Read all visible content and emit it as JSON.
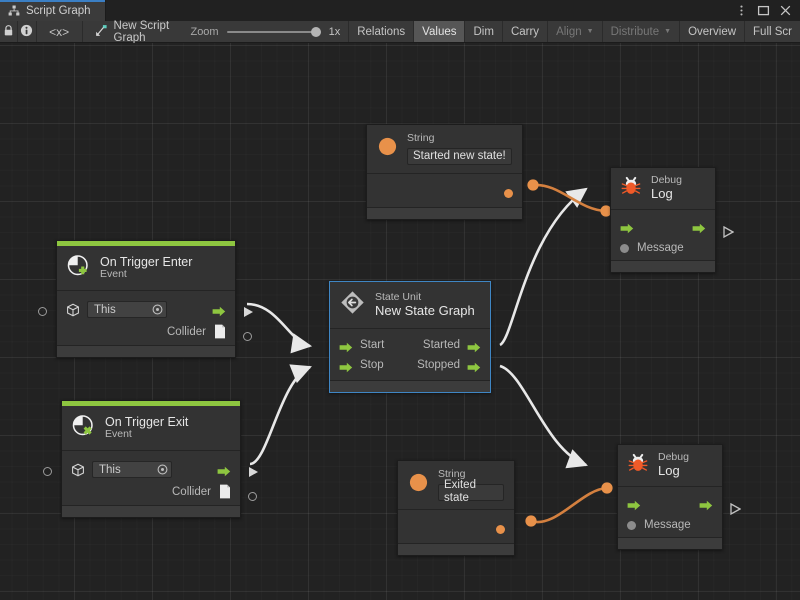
{
  "window": {
    "tab_label": "Script Graph",
    "tab_icon": "graph-icon",
    "controls": [
      "more-options-icon",
      "maximize-icon",
      "close-icon"
    ]
  },
  "toolbar": {
    "lock_icon": "lock-icon",
    "info_icon": "info-icon",
    "code_label": "<x>",
    "graph_icon": "script-graph-icon",
    "graph_name": "New Script Graph",
    "zoom_label": "Zoom",
    "zoom_value": "1x",
    "buttons": [
      {
        "label": "Relations",
        "state": "normal",
        "caret": false
      },
      {
        "label": "Values",
        "state": "active",
        "caret": false
      },
      {
        "label": "Dim",
        "state": "normal",
        "caret": false
      },
      {
        "label": "Carry",
        "state": "normal",
        "caret": false
      },
      {
        "label": "Align",
        "state": "dim",
        "caret": true
      },
      {
        "label": "Distribute",
        "state": "dim",
        "caret": true
      },
      {
        "label": "Overview",
        "state": "normal",
        "caret": false
      },
      {
        "label": "Full Scr",
        "state": "normal",
        "caret": false
      }
    ]
  },
  "colors": {
    "accent_green": "#8ec640",
    "value_orange": "#e8914a",
    "selection_blue": "#3f86c4",
    "node_bg": "#333333",
    "canvas_bg": "#222222",
    "wire_flow": "#e8e8e8"
  },
  "nodes": {
    "string_top": {
      "icon": "value-dot-icon",
      "title": "String",
      "value": "Started new state!",
      "output_port": "value-output-port"
    },
    "debug_log_top": {
      "icon": "bug-icon",
      "title_small": "Debug",
      "title_big": "Log",
      "in_flow": "flow-input-port",
      "out_flow": "flow-output-port",
      "message_label": "Message"
    },
    "on_trigger_enter": {
      "icon": "event-enter-icon",
      "title_small": "On Trigger Enter",
      "title_big": "Event",
      "target_value": "This",
      "target_icon": "cube-icon",
      "collider_label": "Collider",
      "collider_icon": "document-icon"
    },
    "state_unit": {
      "icon": "state-unit-icon",
      "title_small": "State Unit",
      "title_big": "New  State  Graph",
      "selected": true,
      "inputs": [
        "Start",
        "Stop"
      ],
      "outputs": [
        "Started",
        "Stopped"
      ]
    },
    "on_trigger_exit": {
      "icon": "event-exit-icon",
      "title_small": "On Trigger Exit",
      "title_big": "Event",
      "target_value": "This",
      "target_icon": "cube-icon",
      "collider_label": "Collider",
      "collider_icon": "document-icon"
    },
    "string_bottom": {
      "icon": "value-dot-icon",
      "title": "String",
      "value": "Exited state",
      "output_port": "value-output-port"
    },
    "debug_log_bottom": {
      "icon": "bug-icon",
      "title_small": "Debug",
      "title_big": "Log",
      "in_flow": "flow-input-port",
      "out_flow": "flow-output-port",
      "message_label": "Message"
    }
  }
}
